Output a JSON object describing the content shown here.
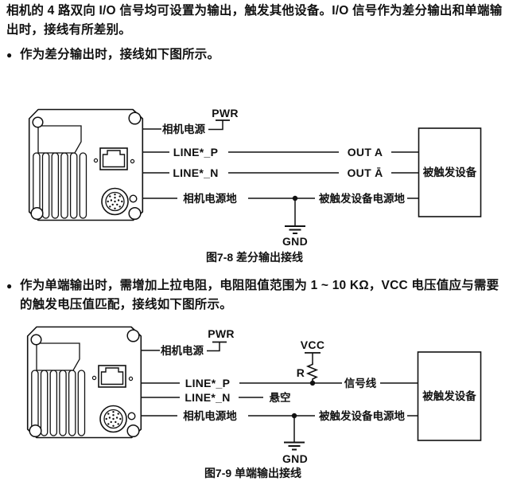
{
  "doc": {
    "intro": "相机的 4 路双向 I/O 信号均可设置为输出，触发其他设备。I/O 信号作为差分输出和单端输出时，接线有所差别。",
    "bullet_char": "●",
    "bullet_differential": "作为差分输出时，接线如下图所示。",
    "bullet_single_ended": "作为单端输出时，需增加上拉电阻，电阻阻值范围为 1 ~ 10 KΩ，VCC 电压值应与需要的触发电压值匹配，接线如下图所示。"
  },
  "diagram_differential": {
    "caption": "图7-8 差分输出接线",
    "pwr_label": "PWR",
    "camera_power_label": "相机电源",
    "line_p_label": "LINE*_P",
    "line_n_label": "LINE*_N",
    "camera_power_ground_label": "相机电源地",
    "out_a_label": "OUT A",
    "out_a_inverted_label": "OUT Ā",
    "triggered_device_ground_label": "被触发设备电源地",
    "gnd_label": "GND",
    "triggered_device_label": "被触发设备"
  },
  "diagram_single_ended": {
    "caption": "图7-9 单端输出接线",
    "pwr_label": "PWR",
    "vcc_label": "VCC",
    "resistor_label": "R",
    "camera_power_label": "相机电源",
    "line_p_label": "LINE*_P",
    "line_n_label": "LINE*_N",
    "signal_line_label": "信号线",
    "floating_label": "悬空",
    "camera_power_ground_label": "相机电源地",
    "triggered_device_ground_label": "被触发设备电源地",
    "gnd_label": "GND",
    "triggered_device_label": "被触发设备"
  },
  "colors": {
    "ink": "#111111",
    "background": "#ffffff"
  }
}
